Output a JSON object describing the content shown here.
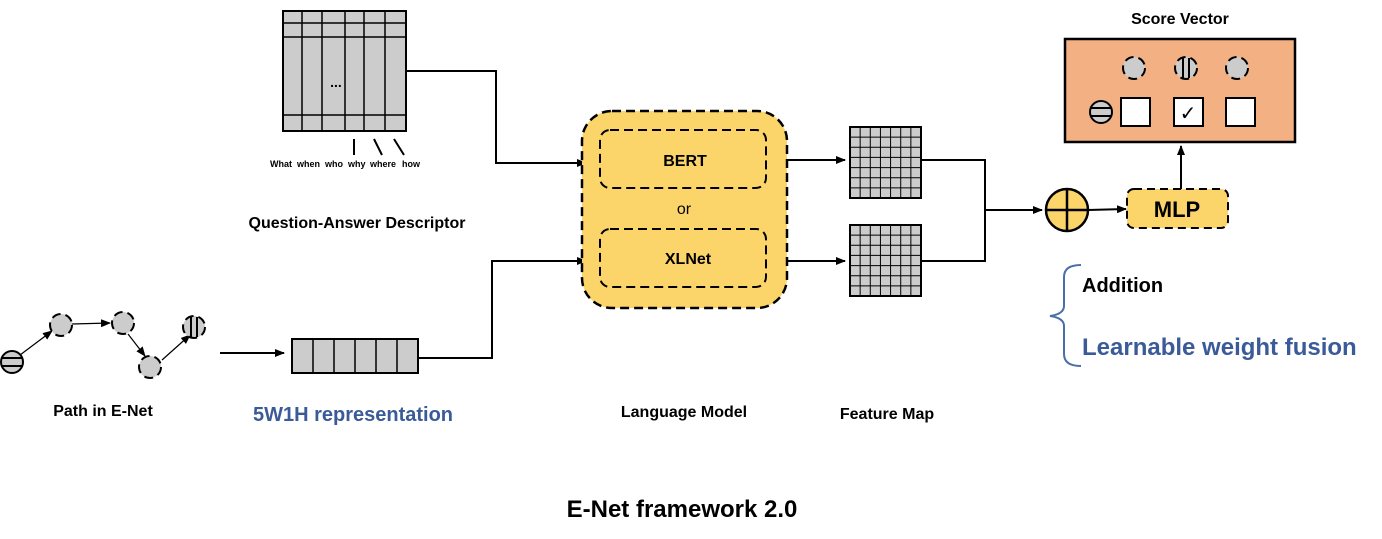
{
  "qa_descriptor": {
    "ellipsis": "...",
    "words": [
      "What",
      "when",
      "who",
      "why",
      "where",
      "how"
    ],
    "title": "Question-Answer Descriptor"
  },
  "path": {
    "title": "Path in E-Net"
  },
  "representation": {
    "title": "5W1H representation"
  },
  "language_model": {
    "option_a": "BERT",
    "or": "or",
    "option_b": "XLNet",
    "title": "Language Model"
  },
  "feature_map": {
    "title": "Feature Map"
  },
  "mlp": {
    "label": "MLP"
  },
  "score_vector": {
    "title": "Score Vector",
    "check_mark": "✓"
  },
  "fusion": {
    "addition": "Addition",
    "learnable": "Learnable weight fusion"
  },
  "footer": {
    "title": "E-Net framework 2.0"
  },
  "colors": {
    "yellow": "#fcd56a",
    "salmon": "#f3b083",
    "gray": "#cccccc",
    "blue_text": "#3a5a98",
    "brace": "#4a6fa8"
  }
}
